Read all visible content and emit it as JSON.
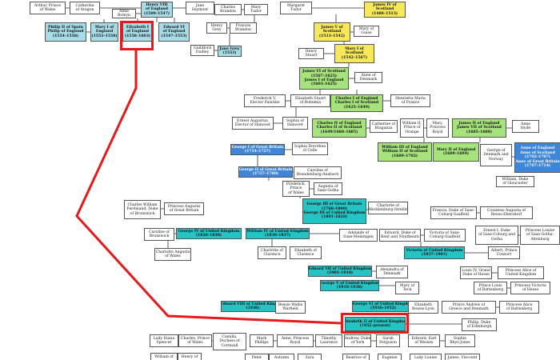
{
  "colors": {
    "white": "#ffffff",
    "blue": "#3f86d8",
    "light_blue": "#a7dce6",
    "yellow": "#f6e85a",
    "green": "#a6e37d",
    "teal": "#25c4c4",
    "highlight": "#e41a1c",
    "line": "#333333"
  },
  "people": [
    {
      "id": "arthur",
      "lines": [
        "Arthur, Prince",
        "of Wales"
      ],
      "color": "white"
    },
    {
      "id": "catherine",
      "lines": [
        "Catherine",
        "of Aragon"
      ],
      "color": "white"
    },
    {
      "id": "henry8",
      "lines": [
        "Henry VIII",
        "of England",
        "(1509–1547)"
      ],
      "color": "lblue"
    },
    {
      "id": "janeseymour",
      "lines": [
        "Jane",
        "Seymour"
      ],
      "color": "white"
    },
    {
      "id": "anneboleyn",
      "lines": [
        "Anne",
        "Boleyn"
      ],
      "color": "white"
    },
    {
      "id": "philip2",
      "lines": [
        "Philip II of Spain",
        "Philip of England",
        "(1554–1558)"
      ],
      "color": "lblue"
    },
    {
      "id": "mary1",
      "lines": [
        "Mary I of",
        "England",
        "(1553–1558)"
      ],
      "color": "lblue"
    },
    {
      "id": "elizabeth1",
      "lines": [
        "Elizabeth I",
        "of England",
        "(1558–1603)"
      ],
      "color": "lblue"
    },
    {
      "id": "edward6",
      "lines": [
        "Edward VI",
        "of England",
        "(1547–1553)"
      ],
      "color": "lblue"
    },
    {
      "id": "charlesbrandon",
      "lines": [
        "Charles",
        "Brandon"
      ],
      "color": "white"
    },
    {
      "id": "marytudor",
      "lines": [
        "Mary",
        "Tudor"
      ],
      "color": "white"
    },
    {
      "id": "henrygrey",
      "lines": [
        "Henry",
        "Grey"
      ],
      "color": "white"
    },
    {
      "id": "francesbrandon",
      "lines": [
        "Frances",
        "Brandon"
      ],
      "color": "white"
    },
    {
      "id": "guildford",
      "lines": [
        "Guildford",
        "Dudley"
      ],
      "color": "white"
    },
    {
      "id": "janegrey",
      "lines": [
        "Jane Grey",
        "(1553)"
      ],
      "color": "lblue"
    },
    {
      "id": "margarettudor",
      "lines": [
        "Margaret",
        "Tudor"
      ],
      "color": "white"
    },
    {
      "id": "james4",
      "lines": [
        "James IV of",
        "Scotland",
        "(1488–1513)"
      ],
      "color": "yellow"
    },
    {
      "id": "james5",
      "lines": [
        "James V of",
        "Scotland",
        "(1513–1542)"
      ],
      "color": "yellow"
    },
    {
      "id": "maryguise",
      "lines": [
        "Mary of",
        "Guise"
      ],
      "color": "white"
    },
    {
      "id": "henrystuart",
      "lines": [
        "Henry",
        "Stuart"
      ],
      "color": "white"
    },
    {
      "id": "maryqos",
      "lines": [
        "Mary I of",
        "Scotland",
        "(1542–1567)"
      ],
      "color": "yellow"
    },
    {
      "id": "james6",
      "lines": [
        "James VI of Scotland",
        "(1567–1625)",
        "James I of England",
        "(1603–1625)"
      ],
      "color": "green"
    },
    {
      "id": "annedenmark",
      "lines": [
        "Anne of",
        "Denmark"
      ],
      "color": "white"
    },
    {
      "id": "frederick5",
      "lines": [
        "Frederick V,",
        "Elector Palatine"
      ],
      "color": "white"
    },
    {
      "id": "elizabethstuart",
      "lines": [
        "Elizabeth Stuart",
        "of Bohemia"
      ],
      "color": "white"
    },
    {
      "id": "charles1",
      "lines": [
        "Charles I of England",
        "Charles I of Scotland",
        "(1625–1649)"
      ],
      "color": "green"
    },
    {
      "id": "henriettamaria",
      "lines": [
        "Henrietta Maria",
        "of France"
      ],
      "color": "white"
    },
    {
      "id": "ernestaugustus",
      "lines": [
        "Ernest Augustus,",
        "Elector of Hanover"
      ],
      "color": "white"
    },
    {
      "id": "sophiahanover",
      "lines": [
        "Sophia of",
        "Hanover"
      ],
      "color": "white"
    },
    {
      "id": "charles2",
      "lines": [
        "Charles II of England",
        "Charles II of Scotland",
        "(1649/1660–1685)"
      ],
      "color": "green"
    },
    {
      "id": "catherinebraganza",
      "lines": [
        "Catherine of",
        "Braganza"
      ],
      "color": "white"
    },
    {
      "id": "william2orange",
      "lines": [
        "William II,",
        "Prince of",
        "Orange"
      ],
      "color": "white"
    },
    {
      "id": "maryprincessroyal",
      "lines": [
        "Mary,",
        "Princess",
        "Royal"
      ],
      "color": "white"
    },
    {
      "id": "james2",
      "lines": [
        "James II of England",
        "James VII of Scotland",
        "(1685–1688)"
      ],
      "color": "green"
    },
    {
      "id": "annehyde",
      "lines": [
        "Anne",
        "Hyde"
      ],
      "color": "white"
    },
    {
      "id": "george1",
      "lines": [
        "George I of Great Britain",
        "(1714–1727)"
      ],
      "color": "blue"
    },
    {
      "id": "sophiadorothea",
      "lines": [
        "Sophia Dorothea",
        "of Celle"
      ],
      "color": "white"
    },
    {
      "id": "william3",
      "lines": [
        "William III of England",
        "William II of Scotland",
        "(1689–1702)"
      ],
      "color": "green"
    },
    {
      "id": "mary2",
      "lines": [
        "Mary II of England",
        "(1689–1694)"
      ],
      "color": "green"
    },
    {
      "id": "georgedenmark",
      "lines": [
        "George of",
        "Denmark and",
        "Norway"
      ],
      "color": "white"
    },
    {
      "id": "queenanne",
      "lines": [
        "Anne of England",
        "Anne of Scotland",
        "(1702–1707)",
        "Anne of Great Britain",
        "(1707–1714)"
      ],
      "color": "blue"
    },
    {
      "id": "george2",
      "lines": [
        "George II of Great Britain",
        "(1727–1760)"
      ],
      "color": "blue"
    },
    {
      "id": "carolineansbach",
      "lines": [
        "Caroline of",
        "Brandenburg-Ansbach"
      ],
      "color": "white"
    },
    {
      "id": "williamgloucester",
      "lines": [
        "William, Duke",
        "of Gloucester"
      ],
      "color": "white"
    },
    {
      "id": "frederickwales",
      "lines": [
        "Frederick,",
        "Prince",
        "of Wales"
      ],
      "color": "white"
    },
    {
      "id": "augustasaxegotha",
      "lines": [
        "Augusta of",
        "Saxe-Gotha"
      ],
      "color": "white"
    },
    {
      "id": "charleswilliamferdinand",
      "lines": [
        "Charles William",
        "Ferdinand, Duke",
        "of Brunswick"
      ],
      "color": "white"
    },
    {
      "id": "princessaugusta",
      "lines": [
        "Princess Augusta",
        "of Great Britain"
      ],
      "color": "white"
    },
    {
      "id": "george3",
      "lines": [
        "George III of Great Britain",
        "(1760–1800)",
        "George III of United Kingdom",
        "(1801–1820)"
      ],
      "color": "teal"
    },
    {
      "id": "charlottemecklenburg",
      "lines": [
        "Charlotte of",
        "Mecklenburg-Strelitz"
      ],
      "color": "white"
    },
    {
      "id": "francisducesaxecoburg",
      "lines": [
        "Francis, Duke of Saxe-",
        "Coburg-Saalfeld"
      ],
      "color": "white"
    },
    {
      "id": "countessaugusta",
      "lines": [
        "Countess Augusta of",
        "Reuss-Ebersdorf"
      ],
      "color": "white"
    },
    {
      "id": "carolinebrunswick",
      "lines": [
        "Caroline of",
        "Brunswick"
      ],
      "color": "white"
    },
    {
      "id": "george4",
      "lines": [
        "George IV of United Kingdom",
        "(1820–1830)"
      ],
      "color": "teal"
    },
    {
      "id": "william4",
      "lines": [
        "William IV of United Kingdom",
        "(1830–1837)"
      ],
      "color": "teal"
    },
    {
      "id": "adelaide",
      "lines": [
        "Adelaide of",
        "Saxe-Meiningen"
      ],
      "color": "white"
    },
    {
      "id": "edwardkent",
      "lines": [
        "Edward, Duke of",
        "Kent and Strathearn"
      ],
      "color": "white"
    },
    {
      "id": "victoriasaxecoburg",
      "lines": [
        "Victoria of Saxe-",
        "Coburg-Saalfeld"
      ],
      "color": "white"
    },
    {
      "id": "ernest1",
      "lines": [
        "Ernest I, Duke",
        "of Saxe-Coburg and",
        "Gotha"
      ],
      "color": "white"
    },
    {
      "id": "louisesaxegotha",
      "lines": [
        "Princess Louise",
        "of Saxe-Gotha-",
        "Altenburg"
      ],
      "color": "white"
    },
    {
      "id": "charlottewales",
      "lines": [
        "Charlotte Augusta",
        "of Wales"
      ],
      "color": "white"
    },
    {
      "id": "charlotteclarence",
      "lines": [
        "Charlotte of",
        "Clarence"
      ],
      "color": "white"
    },
    {
      "id": "elizabethclarence",
      "lines": [
        "Elizabeth of",
        "Clarence"
      ],
      "color": "white"
    },
    {
      "id": "victoria",
      "lines": [
        "Victoria of United Kingdom",
        "(1837–1901)"
      ],
      "color": "teal"
    },
    {
      "id": "albert",
      "lines": [
        "Albert, Prince",
        "Consort"
      ],
      "color": "white"
    },
    {
      "id": "edward7",
      "lines": [
        "Edward VII of United Kingdom",
        "(1901–1910)"
      ],
      "color": "teal"
    },
    {
      "id": "alexandra",
      "lines": [
        "Alexandra of",
        "Denmark"
      ],
      "color": "white"
    },
    {
      "id": "louis4hesse",
      "lines": [
        "Louis IV, Grand",
        "Duke of Hesse"
      ],
      "color": "white"
    },
    {
      "id": "princessalice",
      "lines": [
        "Princess Alice of",
        "United Kingdom"
      ],
      "color": "white"
    },
    {
      "id": "george5",
      "lines": [
        "George V of United Kingdom",
        "(1910–1936)"
      ],
      "color": "teal"
    },
    {
      "id": "maryteck",
      "lines": [
        "Mary of",
        "Teck"
      ],
      "color": "white"
    },
    {
      "id": "princelouisbattenberg",
      "lines": [
        "Prince Louis",
        "of Battenberg"
      ],
      "color": "white"
    },
    {
      "id": "princessvictoriahesse",
      "lines": [
        "Princess Victoria",
        "of Hesse"
      ],
      "color": "white"
    },
    {
      "id": "edward8",
      "lines": [
        "Edward VIII of United Kingdom",
        "(1936)"
      ],
      "color": "teal"
    },
    {
      "id": "wallis",
      "lines": [
        "Bessie Wallis",
        "Warfield"
      ],
      "color": "white"
    },
    {
      "id": "george6",
      "lines": [
        "George VI of United Kingdom",
        "(1936–1952)"
      ],
      "color": "teal"
    },
    {
      "id": "elizabethboweslyon",
      "lines": [
        "Elizabeth",
        "Bowes-Lyon"
      ],
      "color": "white"
    },
    {
      "id": "princeandrewgreece",
      "lines": [
        "Prince Andrew of",
        "Greece and Denmark"
      ],
      "color": "white"
    },
    {
      "id": "princessalicebattenberg",
      "lines": [
        "Princess Alice",
        "of Battenberg"
      ],
      "color": "white"
    },
    {
      "id": "elizabeth2",
      "lines": [
        "Elizabeth II of United Kingdom",
        "(1952–present)"
      ],
      "color": "teal"
    },
    {
      "id": "philipedinburgh",
      "lines": [
        "Philip, Duke",
        "of Edinburgh"
      ],
      "color": "white"
    },
    {
      "id": "dianaspencer",
      "lines": [
        "Lady Diana",
        "Spencer"
      ],
      "color": "white"
    },
    {
      "id": "princecharles",
      "lines": [
        "Charles, Prince",
        "of Wales"
      ],
      "color": "white"
    },
    {
      "id": "camilla",
      "lines": [
        "Camilla,",
        "Duchess of",
        "Cornwall"
      ],
      "color": "white"
    },
    {
      "id": "markphillips",
      "lines": [
        "Mark",
        "Phillips"
      ],
      "color": "white"
    },
    {
      "id": "princessanne",
      "lines": [
        "Anne, Princess",
        "Royal"
      ],
      "color": "white"
    },
    {
      "id": "timothylaurence",
      "lines": [
        "Timothy",
        "Laurence"
      ],
      "color": "white"
    },
    {
      "id": "andrewyork",
      "lines": [
        "Andrew, Duke",
        "of York"
      ],
      "color": "white"
    },
    {
      "id": "sarahferguson",
      "lines": [
        "Sarah",
        "Ferguson"
      ],
      "color": "white"
    },
    {
      "id": "edwardwessex",
      "lines": [
        "Edward, Earl",
        "of Wessex"
      ],
      "color": "white"
    },
    {
      "id": "sophierhys",
      "lines": [
        "Sophie",
        "Rhys-Jones"
      ],
      "color": "white"
    },
    {
      "id": "williamwales",
      "lines": [
        "William of"
      ],
      "color": "white"
    },
    {
      "id": "harrywales",
      "lines": [
        "Henry of"
      ],
      "color": "white"
    },
    {
      "id": "peterphillips",
      "lines": [
        "Peter"
      ],
      "color": "white"
    },
    {
      "id": "autumn",
      "lines": [
        "Autumn"
      ],
      "color": "white"
    },
    {
      "id": "zara",
      "lines": [
        "Zara"
      ],
      "color": "white"
    },
    {
      "id": "beatrice",
      "lines": [
        "Beatrice of"
      ],
      "color": "white"
    },
    {
      "id": "eugenie",
      "lines": [
        "Eugenie"
      ],
      "color": "white"
    },
    {
      "id": "ladylouise",
      "lines": [
        "Lady Louise"
      ],
      "color": "white"
    },
    {
      "id": "jamesviscount",
      "lines": [
        "James, Viscount"
      ],
      "color": "white"
    }
  ]
}
